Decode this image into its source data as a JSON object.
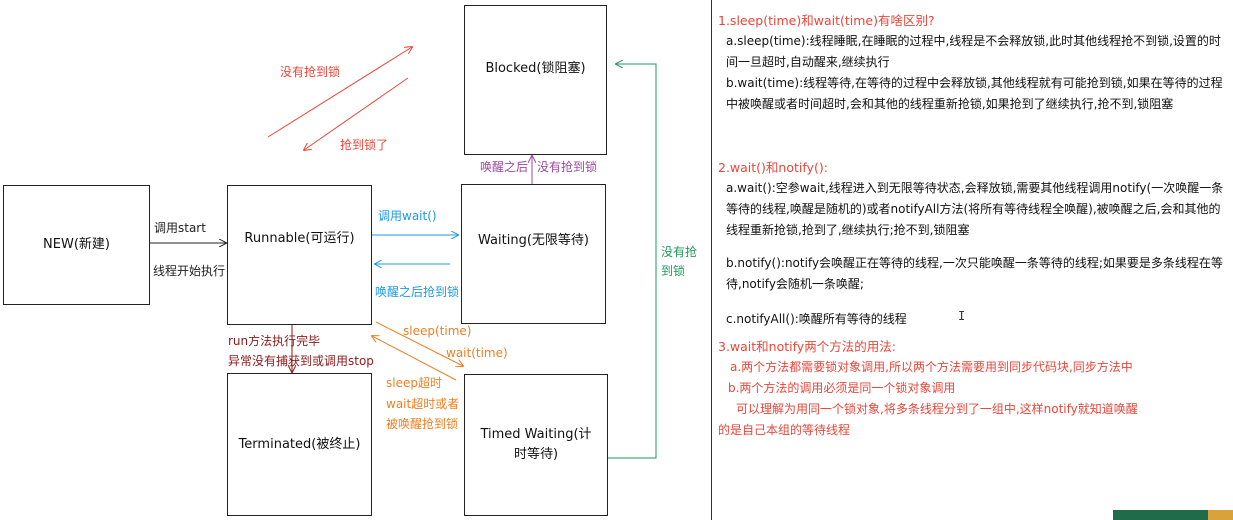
{
  "states": {
    "new": "NEW(新建)",
    "runnable": "Runnable(可运行)",
    "blocked": "Blocked(锁阻塞)",
    "waiting": "Waiting(无限等待)",
    "timed_waiting": "Timed Waiting(计时等待)",
    "terminated": "Terminated(被终止)"
  },
  "transitions": {
    "call_start": "调用start",
    "thread_start_exec": "线程开始执行",
    "no_lock": "没有抢到锁",
    "got_lock": "抢到锁了",
    "call_wait": "调用wait()",
    "woken_got_lock": "唤醒之后抢到锁",
    "after_wake": "唤醒之后",
    "no_lock_2": "没有抢到锁",
    "no_lock_green": "没有抢到锁",
    "sleep_time": "sleep(time)",
    "wait_time": "wait(time)",
    "sleep_timeout": "sleep超时",
    "wait_timeout_or": "wait超时或者",
    "woken_got_lock_2": "被唤醒抢到锁",
    "run_done": "run方法执行完毕",
    "exception_or_stop": "异常没有捕获到或调用stop"
  },
  "notes": {
    "q1_title": "1.sleep(time)和wait(time)有啥区别?",
    "q1_a": "a.sleep(time):线程睡眠,在睡眠的过程中,线程是不会释放锁,此时其他线程抢不到锁,设置的时间一旦超时,自动醒来,继续执行",
    "q1_b": "b.wait(time):线程等待,在等待的过程中会释放锁,其他线程就有可能抢到锁,如果在等待的过程中被唤醒或者时间超时,会和其他的线程重新抢锁,如果抢到了继续执行,抢不到,锁阻塞",
    "q2_title": "2.wait()和notify():",
    "q2_a": "a.wait():空参wait,线程进入到无限等待状态,会释放锁,需要其他线程调用notify(一次唤醒一条等待的线程,唤醒是随机的)或者notifyAll方法(将所有等待线程全唤醒),被唤醒之后,会和其他的线程重新抢锁,抢到了,继续执行;抢不到,锁阻塞",
    "q2_b": "b.notify():notify会唤醒正在等待的线程,一次只能唤醒一条等待的线程;如果要是多条线程在等待,notify会随机一条唤醒;",
    "q2_c": "c.notifyAll():唤醒所有等待的线程",
    "q3_title": "3.wait和notify两个方法的用法:",
    "q3_a": "a.两个方法都需要锁对象调用,所以两个方法需要用到同步代码块,同步方法中",
    "q3_b": "b.两个方法的调用必须是同一个锁对象调用",
    "q3_c": "可以理解为用同一个锁对象,将多条线程分到了一组中,这样notify就知道唤醒的是自己本组的等待线程"
  },
  "colors": {
    "red": "#e8473a",
    "blue": "#1c9be0",
    "purple": "#9b4aa0",
    "green": "#1f9a5a",
    "orange": "#ef7f22",
    "dark_red": "#8b1a1a"
  }
}
